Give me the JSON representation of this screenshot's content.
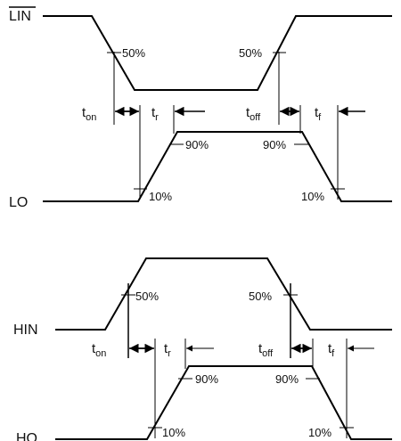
{
  "signals": {
    "lin": "LIN",
    "lo": "LO",
    "hin": "HIN",
    "ho": "HO"
  },
  "percent": {
    "p50": "50%",
    "p90": "90%",
    "p10": "10%"
  },
  "timing": {
    "t": "t",
    "on": "on",
    "r": "r",
    "off": "off",
    "f": "f"
  }
}
